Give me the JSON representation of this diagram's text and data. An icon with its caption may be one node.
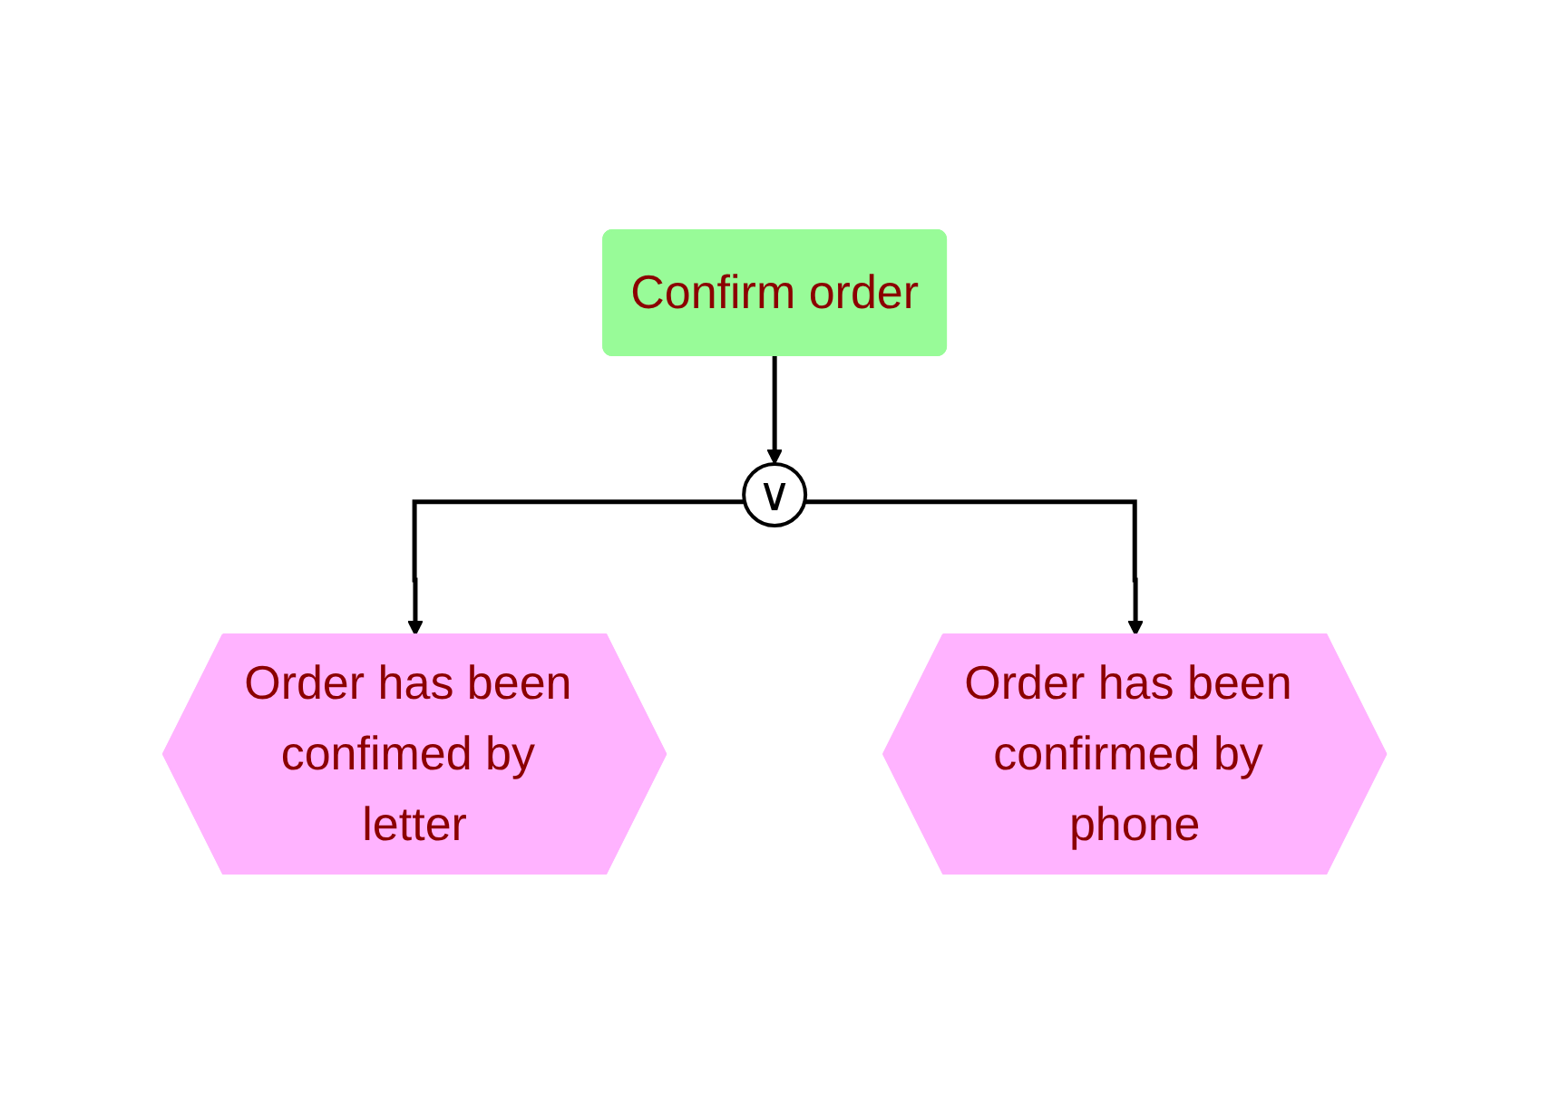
{
  "diagram": {
    "nodes": [
      {
        "text": [
          "Confirm order"
        ]
      },
      {
        "text": [
          "∨"
        ]
      },
      {
        "text": [
          "Order has been confimed by letter"
        ]
      },
      {
        "text": [
          "Order has been confirmed by phone"
        ]
      }
    ],
    "edges": [
      {
        "from": 0,
        "to": 1,
        "arrow": "to"
      },
      {
        "from": 1,
        "to": 2,
        "arrow": "to"
      },
      {
        "from": 1,
        "to": 3,
        "arrow": "to"
      }
    ]
  }
}
